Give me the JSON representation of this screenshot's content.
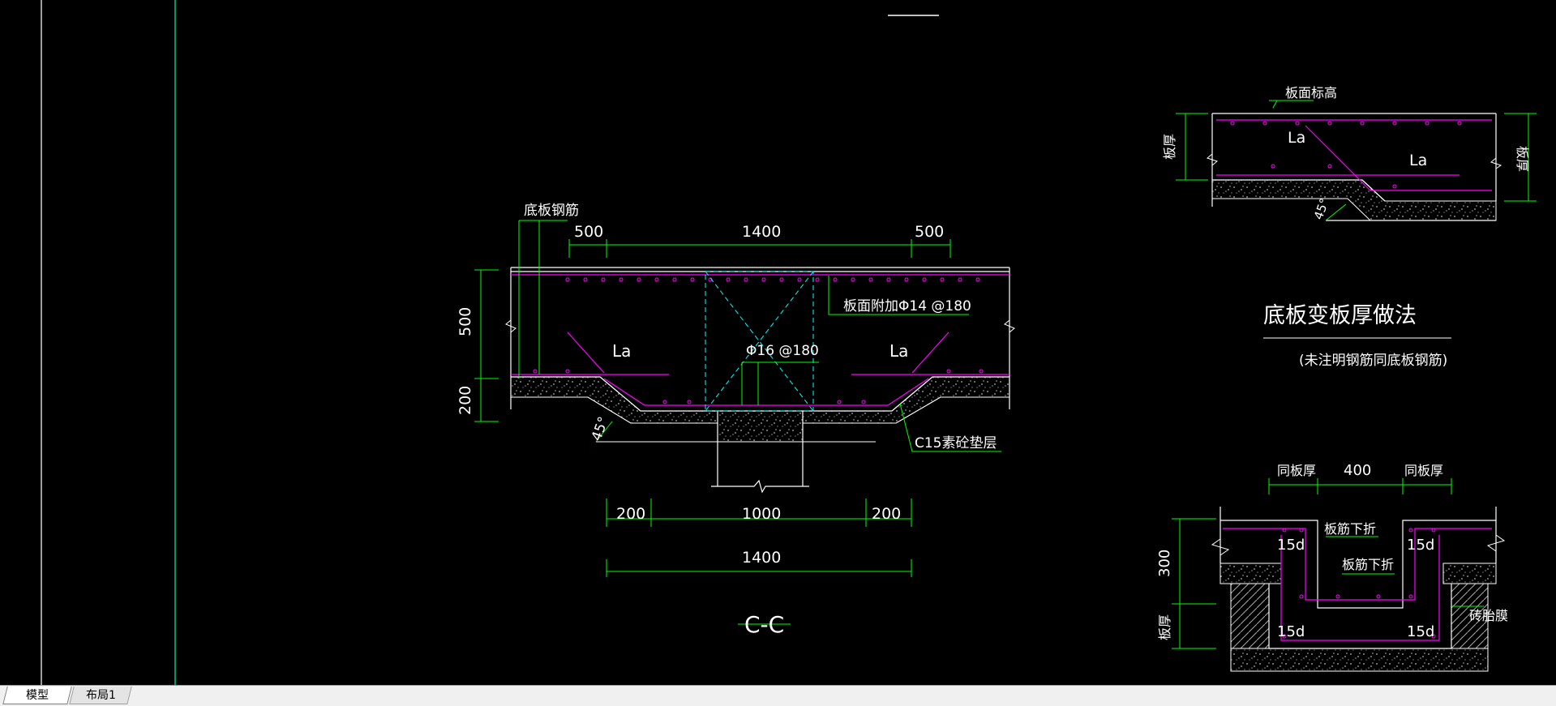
{
  "tabs": [
    {
      "label": "模型",
      "active": true
    },
    {
      "label": "布局1",
      "active": false
    }
  ],
  "section_cc": {
    "title": "C-C",
    "label_bottom_rebar": "底板钢筋",
    "label_top_add": "板面附加Φ14 @180",
    "label_mid_rebar": "Φ16 @180",
    "label_la_left": "La",
    "label_la_right": "La",
    "label_cushion": "C15素砼垫层",
    "angle": "45°",
    "dim_top": [
      "500",
      "1400",
      "500"
    ],
    "dim_left": [
      "500",
      "200"
    ],
    "dim_bottom": [
      "200",
      "1000",
      "200"
    ],
    "dim_bottom_total": "1400"
  },
  "detail_thickness": {
    "label_level": "板面标高",
    "label_thick_left": "板厚",
    "label_thick_right": "板厚",
    "la_1": "La",
    "la_2": "La",
    "angle": "45°",
    "title": "底板变板厚做法",
    "note": "(未注明钢筋同底板钢筋)"
  },
  "detail_trench": {
    "dim_top": [
      "同板厚",
      "400",
      "同板厚"
    ],
    "dim_left": [
      "300",
      "板厚"
    ],
    "label_bend_1": "板筋下折",
    "label_bend_2": "板筋下折",
    "d15": [
      "15d",
      "15d",
      "15d",
      "15d"
    ],
    "label_tire": "砖胎膜"
  },
  "colors": {
    "background": "#000000",
    "line_white": "#ffffff",
    "dim_green": "#00ff00",
    "rebar_magenta": "#ff00ff",
    "hidden_cyan": "#00ffff",
    "guide_green": "#00c88c"
  }
}
